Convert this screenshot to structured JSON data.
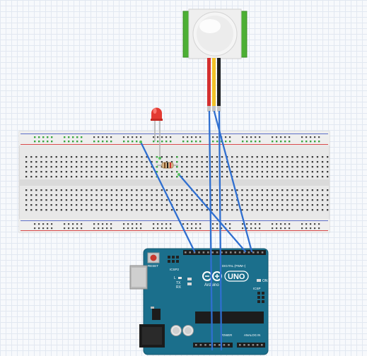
{
  "colors": {
    "wire": "#2f6fd0",
    "board": "#1b6f8c",
    "breadboard": "#e7e7e7",
    "rail_red": "#d84a4a",
    "rail_blue": "#5c6ec8",
    "led": "#e33a32",
    "pir_body": "#f4f4f4",
    "pir_pcb": "#4caf35"
  },
  "arduino": {
    "brand": "Arduino",
    "model": "UNO",
    "reset_label": "RESET",
    "icsp_label": "ICSP2",
    "tx_label": "TX",
    "rx_label": "RX",
    "l_label": "L",
    "on_label": "ON",
    "digital_label": "DIGITAL (PWM~)",
    "power_label": "POWER",
    "analog_label": "ANALOG IN",
    "icsp_right_label": "ICSP"
  },
  "components": {
    "pir_sensor": "pir-motion-sensor",
    "led": "red-led",
    "resistor": "resistor"
  }
}
